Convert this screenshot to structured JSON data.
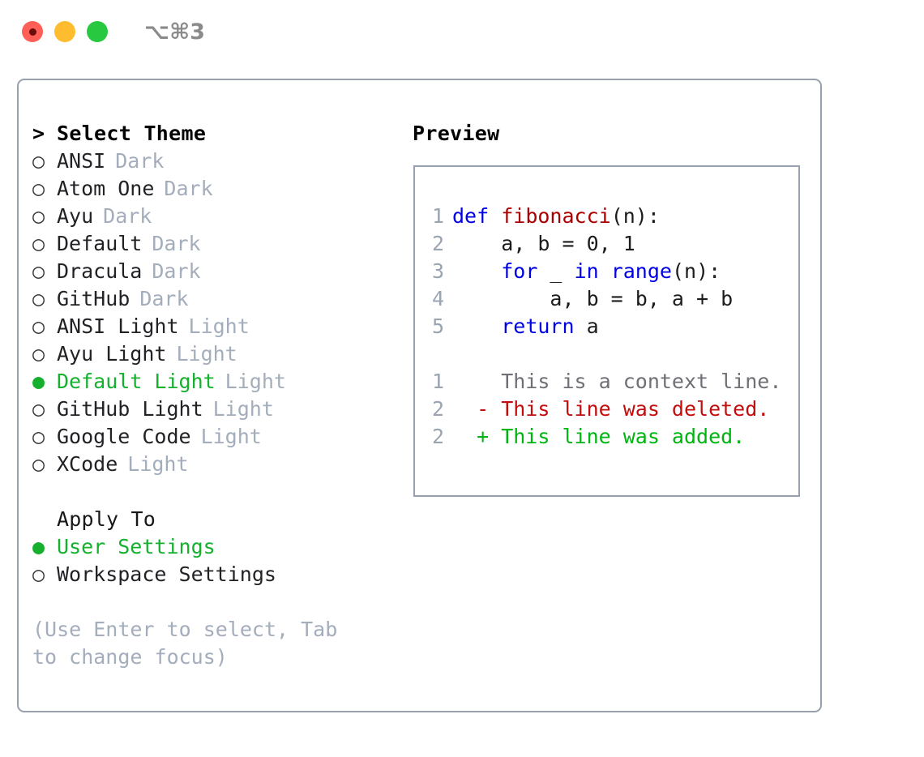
{
  "window": {
    "title": "⌥⌘3",
    "traffic_lights": [
      {
        "name": "close-button",
        "color": "#ff5f57"
      },
      {
        "name": "minimize-button",
        "color": "#febc2e"
      },
      {
        "name": "maximize-button",
        "color": "#28c840"
      }
    ]
  },
  "theme_panel": {
    "header": "Select Theme",
    "header_marker": ">",
    "marker_selected": "●",
    "marker_unselected": "○",
    "themes": [
      {
        "name": "ANSI",
        "variant": "Dark",
        "selected": false
      },
      {
        "name": "Atom One",
        "variant": "Dark",
        "selected": false
      },
      {
        "name": "Ayu",
        "variant": "Dark",
        "selected": false
      },
      {
        "name": "Default",
        "variant": "Dark",
        "selected": false
      },
      {
        "name": "Dracula",
        "variant": "Dark",
        "selected": false
      },
      {
        "name": "GitHub",
        "variant": "Dark",
        "selected": false
      },
      {
        "name": "ANSI Light",
        "variant": "Light",
        "selected": false
      },
      {
        "name": "Ayu Light",
        "variant": "Light",
        "selected": false
      },
      {
        "name": "Default Light",
        "variant": "Light",
        "selected": true
      },
      {
        "name": "GitHub Light",
        "variant": "Light",
        "selected": false
      },
      {
        "name": "Google Code",
        "variant": "Light",
        "selected": false
      },
      {
        "name": "XCode",
        "variant": "Light",
        "selected": false
      }
    ],
    "apply_to": {
      "label": "Apply To",
      "options": [
        {
          "name": "User Settings",
          "selected": true
        },
        {
          "name": "Workspace Settings",
          "selected": false
        }
      ]
    },
    "hint": "(Use Enter to select, Tab to change focus)"
  },
  "preview_panel": {
    "heading": "Preview",
    "code_lines": [
      {
        "num": "1",
        "tokens": [
          {
            "t": "def ",
            "k": "kw"
          },
          {
            "t": "fibonacci",
            "k": "fn"
          },
          {
            "t": "(n):",
            "k": "plain"
          }
        ]
      },
      {
        "num": "2",
        "tokens": [
          {
            "t": "    a, b = 0, 1",
            "k": "plain"
          }
        ]
      },
      {
        "num": "3",
        "tokens": [
          {
            "t": "    ",
            "k": "plain"
          },
          {
            "t": "for",
            "k": "kw"
          },
          {
            "t": " _ ",
            "k": "plain"
          },
          {
            "t": "in",
            "k": "kw"
          },
          {
            "t": " ",
            "k": "plain"
          },
          {
            "t": "range",
            "k": "kw"
          },
          {
            "t": "(n):",
            "k": "plain"
          }
        ]
      },
      {
        "num": "4",
        "tokens": [
          {
            "t": "        a, b = b, a + b",
            "k": "plain"
          }
        ]
      },
      {
        "num": "5",
        "tokens": [
          {
            "t": "    ",
            "k": "plain"
          },
          {
            "t": "return",
            "k": "kw"
          },
          {
            "t": " a",
            "k": "plain"
          }
        ]
      }
    ],
    "diff_lines": [
      {
        "num": "1",
        "sign": " ",
        "text": "This is a context line.",
        "kind": "ctx"
      },
      {
        "num": "2",
        "sign": "-",
        "text": "This line was deleted.",
        "kind": "del"
      },
      {
        "num": "2",
        "sign": "+",
        "text": "This line was added.",
        "kind": "add"
      }
    ]
  },
  "colors": {
    "accent_green": "#14b02e",
    "dim_text": "#a3adbb",
    "border": "#97a0ae",
    "keyword_blue": "#0000e6",
    "function_red": "#aa0000",
    "diff_added": "#00b512",
    "diff_deleted": "#c20d0d"
  }
}
